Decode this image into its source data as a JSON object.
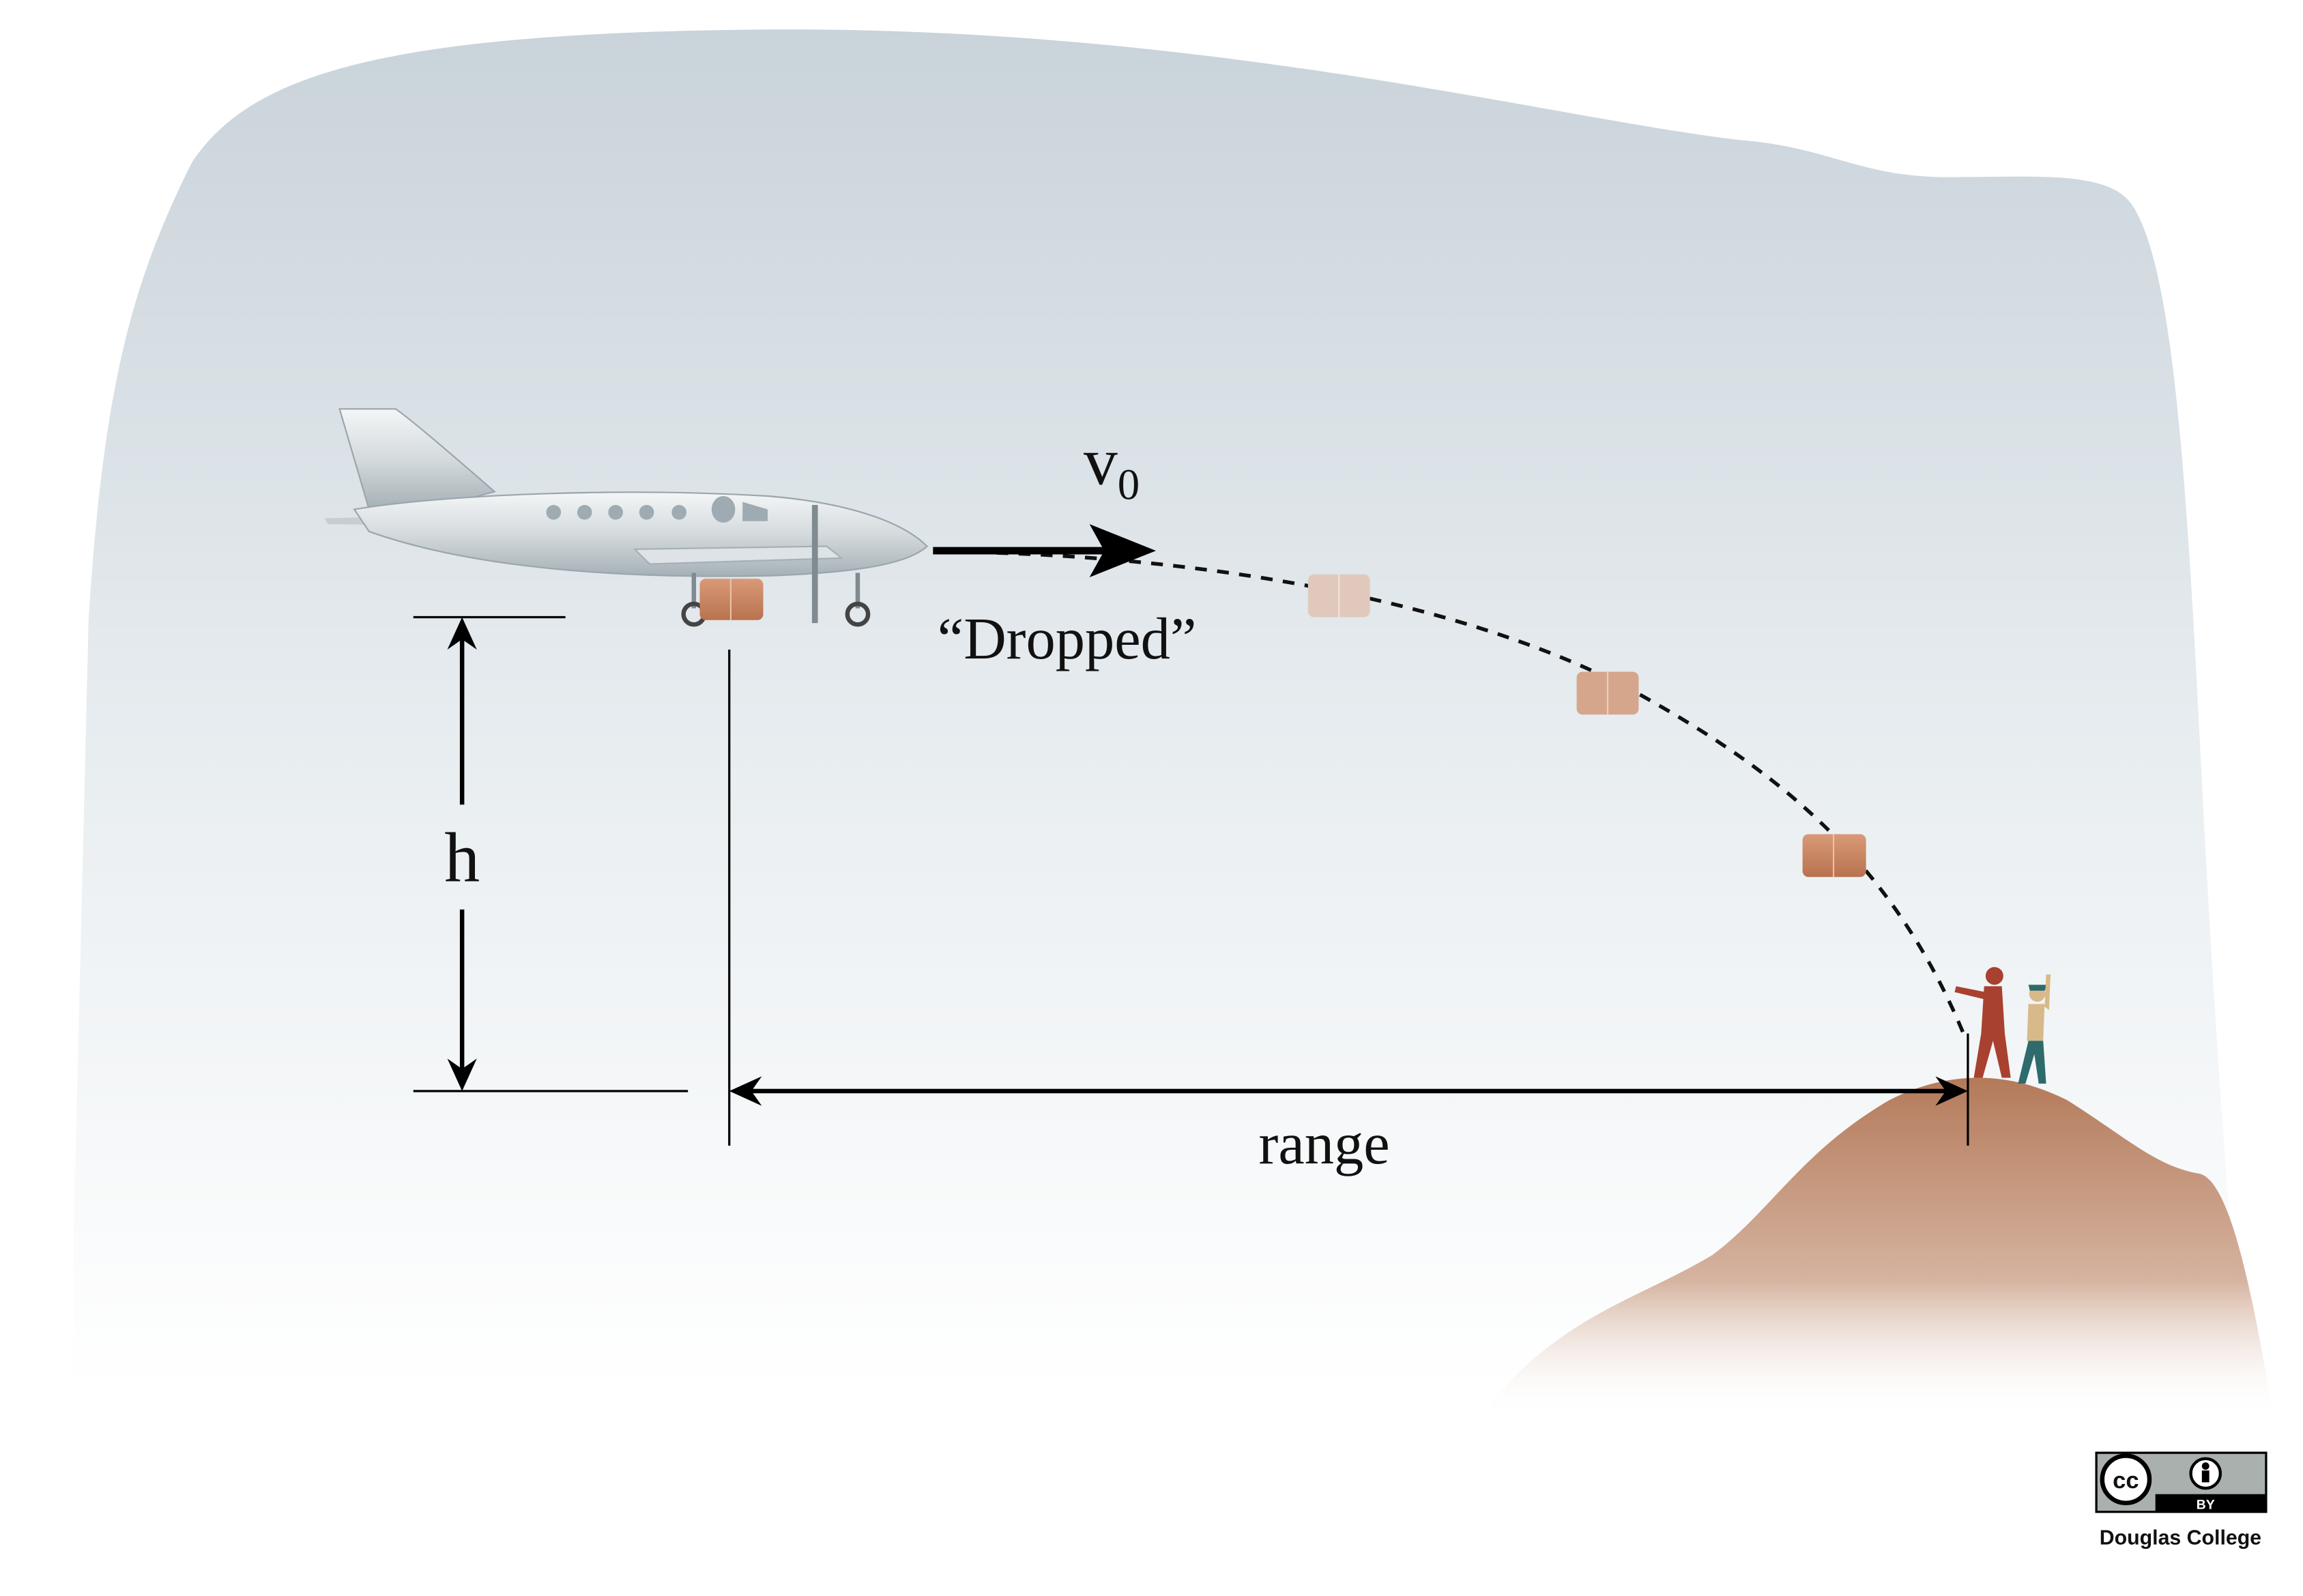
{
  "labels": {
    "velocity_symbol": "v",
    "velocity_subscript": "0",
    "dropped": "“Dropped”",
    "height": "h",
    "range": "range"
  },
  "license": {
    "cc": "cc",
    "by": "BY",
    "credit": "Douglas College"
  },
  "icons": {
    "airplane": "airplane-icon",
    "package": "package-icon",
    "hill": "hill-icon",
    "person": "person-icon",
    "cc_license": "cc-by-icon"
  },
  "colors": {
    "sky_top": "#c9d3da",
    "sky_bottom": "#ffffff",
    "hill": "#b47a5a",
    "package": "#c98a68",
    "person_red": "#a8412f",
    "person_tan": "#d8b98a",
    "person_teal": "#2f6a6c",
    "arrow": "#000000"
  }
}
